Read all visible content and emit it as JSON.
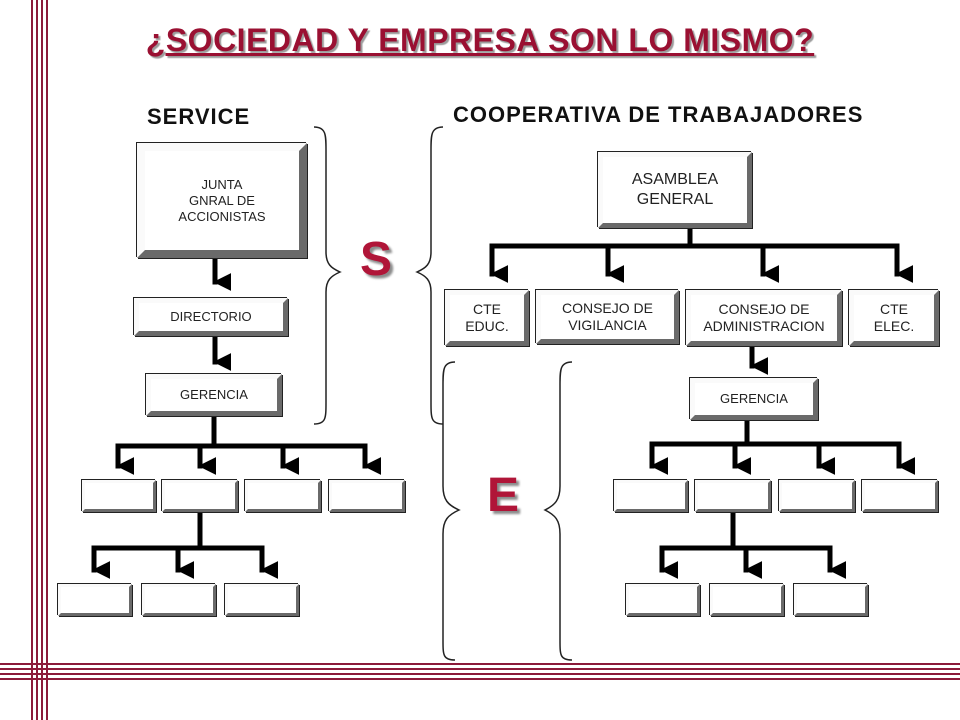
{
  "title": "¿SOCIEDAD Y EMPRESA SON LO MISMO?",
  "left": {
    "heading": "SERVICE",
    "junta": [
      "JUNTA",
      "GNRAL DE",
      "ACCIONISTAS"
    ],
    "directorio": "DIRECTORIO",
    "gerencia": "GERENCIA"
  },
  "right": {
    "heading": "COOPERATIVA DE TRABAJADORES",
    "asamblea": [
      "ASAMBLEA",
      "GENERAL"
    ],
    "cte_educ": [
      "CTE",
      "EDUC."
    ],
    "consejo_vigilancia": [
      "CONSEJO DE",
      "VIGILANCIA"
    ],
    "consejo_administracion": [
      "CONSEJO DE",
      "ADMINISTRACION"
    ],
    "cte_elec": [
      "CTE",
      "ELEC."
    ],
    "gerencia": "GERENCIA"
  },
  "letters": {
    "s": "S",
    "e": "E"
  },
  "colors": {
    "accent": "#9a1032",
    "border_stripe": "#8b1a3a"
  }
}
